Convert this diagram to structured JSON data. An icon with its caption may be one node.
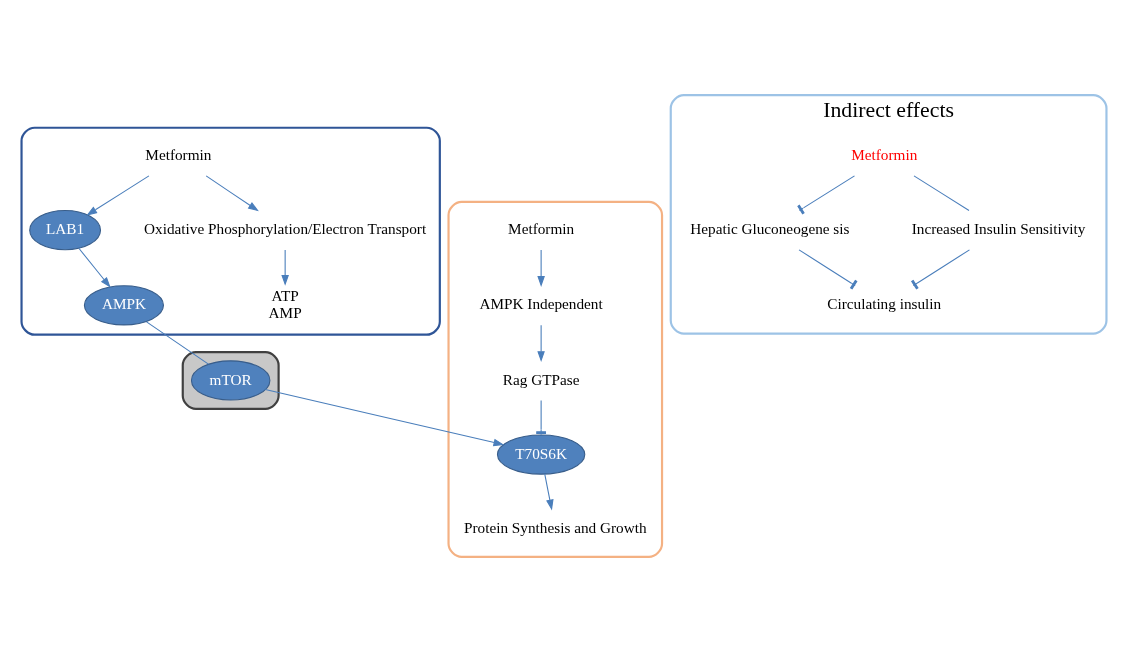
{
  "diagram": {
    "nodes": [
      {
        "text": [],
        "shape": "box"
      },
      {
        "text": [
          "Metformin"
        ],
        "in": 0
      },
      {
        "text": [
          "LAB1"
        ],
        "in": 0
      },
      {
        "text": [
          "Oxidative Phosphorylation/Electron Transport"
        ],
        "in": 0
      },
      {
        "text": [
          "ATP",
          "AMP"
        ],
        "in": 0
      },
      {
        "text": [
          "AMPK"
        ],
        "in": 0
      },
      {
        "text": [],
        "shape": "box"
      },
      {
        "text": [
          "mTOR"
        ],
        "in": 6
      },
      {
        "text": [],
        "shape": "box"
      },
      {
        "text": [
          "AMPK Independent"
        ],
        "in": 8
      },
      {
        "text": [
          "Rag GTPase"
        ],
        "in": 8
      },
      {
        "text": [
          "T70S6K"
        ],
        "in": 8
      },
      {
        "text": [
          "Metformin"
        ],
        "in": 8
      },
      {
        "text": [
          "Protein Synthesis and Growth"
        ],
        "in": 8
      },
      {
        "text": [
          "Indirect effects"
        ]
      },
      {
        "text": [
          "Metformin"
        ],
        "in": 14
      },
      {
        "text": [
          "Hepatic Gluconeogene sis"
        ],
        "in": 14
      },
      {
        "text": [
          "Increased Insulin Sensitivity"
        ],
        "in": 14
      },
      {
        "text": [
          "Circulating insulin"
        ],
        "in": 14
      }
    ],
    "edges": [
      {
        "from": 1,
        "to": 2,
        "arrow": "to"
      },
      {
        "from": 1,
        "to": 3,
        "arrow": "to"
      },
      {
        "from": 3,
        "to": 4,
        "arrow": "to"
      },
      {
        "from": 2,
        "to": 5,
        "arrow": "to"
      },
      {
        "from": 5,
        "to": 7,
        "arrow": "none"
      },
      {
        "from": 7,
        "to": 11,
        "arrow": "to"
      },
      {
        "from": 12,
        "to": 9,
        "arrow": "to"
      },
      {
        "from": 9,
        "to": 10,
        "arrow": "to"
      },
      {
        "from": 10,
        "to": 11,
        "arrow": "other"
      },
      {
        "from": 11,
        "to": 13,
        "arrow": "to"
      },
      {
        "from": 15,
        "to": 16,
        "arrow": "other"
      },
      {
        "from": 15,
        "to": 17,
        "arrow": "none"
      },
      {
        "from": 16,
        "to": 18,
        "arrow": "other"
      },
      {
        "from": 17,
        "to": 18,
        "arrow": "other"
      }
    ]
  }
}
